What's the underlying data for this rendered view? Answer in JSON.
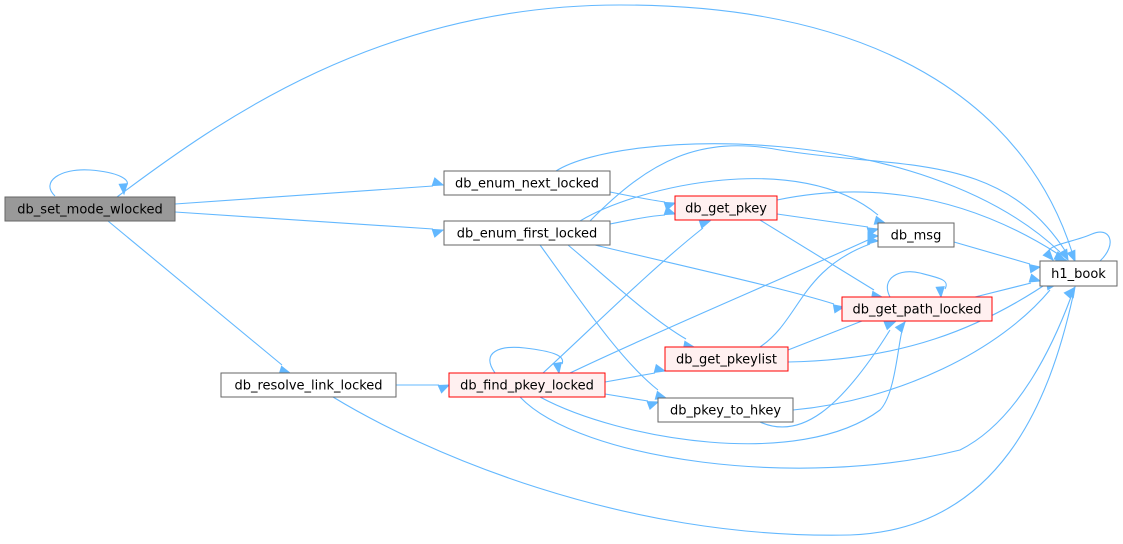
{
  "graph": {
    "colors": {
      "edge": "#63b8ff",
      "highlight_fill": "#999999",
      "highlight_stroke": "#666666",
      "normal_fill": "#ffffff",
      "normal_stroke": "#666666",
      "incomplete_fill": "#fff0f0",
      "incomplete_stroke": "#ff0000"
    },
    "nodes": [
      {
        "id": "db_set_mode_wlocked",
        "label": "db_set_mode_wlocked",
        "style": "highlight"
      },
      {
        "id": "db_enum_next_locked",
        "label": "db_enum_next_locked",
        "style": "normal"
      },
      {
        "id": "db_enum_first_locked",
        "label": "db_enum_first_locked",
        "style": "normal"
      },
      {
        "id": "db_get_pkey",
        "label": "db_get_pkey",
        "style": "incomplete"
      },
      {
        "id": "db_msg",
        "label": "db_msg",
        "style": "normal"
      },
      {
        "id": "h1_book",
        "label": "h1_book",
        "style": "normal"
      },
      {
        "id": "db_get_path_locked",
        "label": "db_get_path_locked",
        "style": "incomplete"
      },
      {
        "id": "db_get_pkeylist",
        "label": "db_get_pkeylist",
        "style": "incomplete"
      },
      {
        "id": "db_resolve_link_locked",
        "label": "db_resolve_link_locked",
        "style": "normal"
      },
      {
        "id": "db_find_pkey_locked",
        "label": "db_find_pkey_locked",
        "style": "incomplete"
      },
      {
        "id": "db_pkey_to_hkey",
        "label": "db_pkey_to_hkey",
        "style": "normal"
      }
    ],
    "edges": [
      {
        "from": "db_set_mode_wlocked",
        "to": "h1_book"
      },
      {
        "from": "db_set_mode_wlocked",
        "to": "db_set_mode_wlocked"
      },
      {
        "from": "db_set_mode_wlocked",
        "to": "db_enum_next_locked"
      },
      {
        "from": "db_set_mode_wlocked",
        "to": "db_enum_first_locked"
      },
      {
        "from": "db_set_mode_wlocked",
        "to": "db_resolve_link_locked"
      },
      {
        "from": "db_enum_next_locked",
        "to": "h1_book"
      },
      {
        "from": "db_enum_next_locked",
        "to": "db_get_pkey"
      },
      {
        "from": "db_enum_first_locked",
        "to": "db_get_pkey"
      },
      {
        "from": "db_enum_first_locked",
        "to": "db_msg"
      },
      {
        "from": "db_enum_first_locked",
        "to": "h1_book"
      },
      {
        "from": "db_enum_first_locked",
        "to": "db_get_path_locked"
      },
      {
        "from": "db_enum_first_locked",
        "to": "db_get_pkeylist"
      },
      {
        "from": "db_enum_first_locked",
        "to": "db_pkey_to_hkey"
      },
      {
        "from": "db_get_pkey",
        "to": "db_msg"
      },
      {
        "from": "db_get_pkey",
        "to": "h1_book"
      },
      {
        "from": "db_get_pkey",
        "to": "db_get_path_locked"
      },
      {
        "from": "db_msg",
        "to": "h1_book"
      },
      {
        "from": "h1_book",
        "to": "h1_book"
      },
      {
        "from": "db_get_path_locked",
        "to": "h1_book"
      },
      {
        "from": "db_get_path_locked",
        "to": "db_get_path_locked"
      },
      {
        "from": "db_get_pkeylist",
        "to": "db_get_path_locked"
      },
      {
        "from": "db_get_pkeylist",
        "to": "h1_book"
      },
      {
        "from": "db_get_pkeylist",
        "to": "db_msg"
      },
      {
        "from": "db_resolve_link_locked",
        "to": "db_find_pkey_locked"
      },
      {
        "from": "db_resolve_link_locked",
        "to": "h1_book"
      },
      {
        "from": "db_find_pkey_locked",
        "to": "db_find_pkey_locked"
      },
      {
        "from": "db_find_pkey_locked",
        "to": "db_get_pkey"
      },
      {
        "from": "db_find_pkey_locked",
        "to": "db_msg"
      },
      {
        "from": "db_find_pkey_locked",
        "to": "db_get_pkeylist"
      },
      {
        "from": "db_find_pkey_locked",
        "to": "db_pkey_to_hkey"
      },
      {
        "from": "db_find_pkey_locked",
        "to": "db_get_path_locked"
      },
      {
        "from": "db_find_pkey_locked",
        "to": "h1_book"
      },
      {
        "from": "db_pkey_to_hkey",
        "to": "h1_book"
      },
      {
        "from": "db_pkey_to_hkey",
        "to": "db_get_path_locked"
      }
    ]
  }
}
